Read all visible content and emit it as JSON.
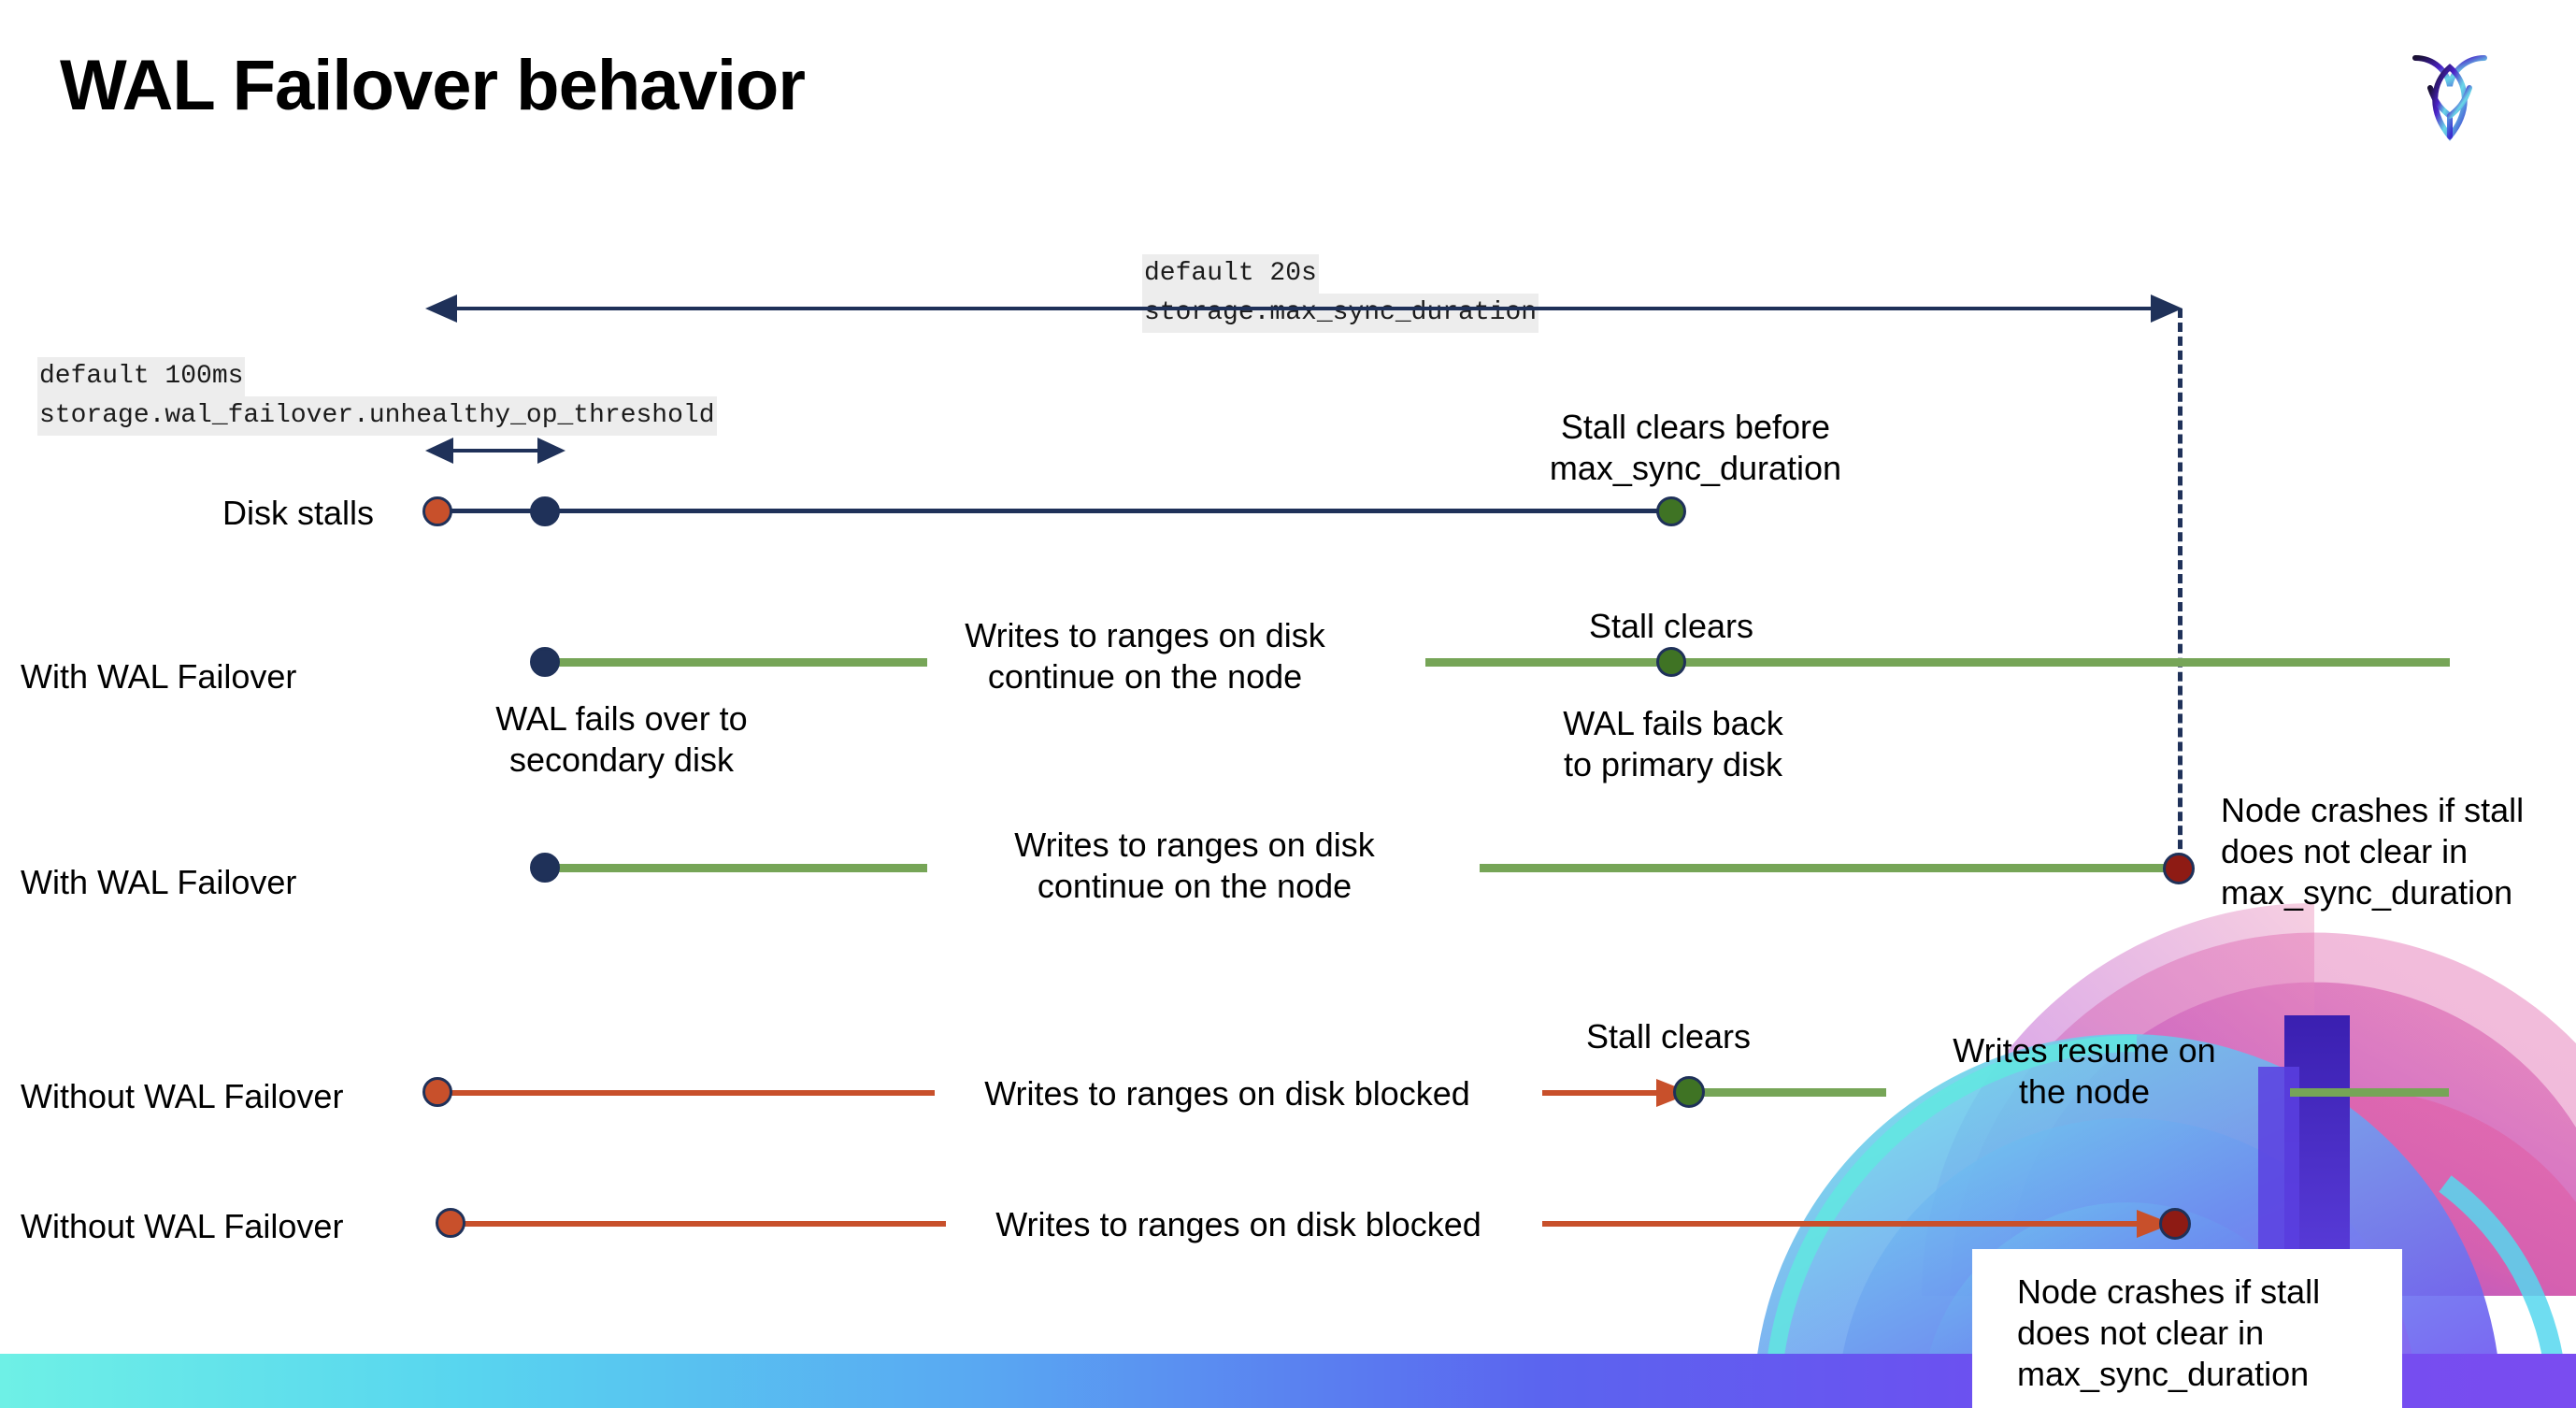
{
  "slide": {
    "title": "WAL Failover behavior",
    "logo_name": "cockroachdb-logo"
  },
  "annotations": {
    "max_sync_default": "default 20s",
    "max_sync_setting": "storage.max_sync_duration",
    "unhealthy_default": "default 100ms",
    "unhealthy_setting": "storage.wal_failover.unhealthy_op_threshold"
  },
  "rows": [
    {
      "label": "Disk stalls"
    },
    {
      "label": "With WAL Failover"
    },
    {
      "label": "With WAL Failover"
    },
    {
      "label": "Without WAL Failover"
    },
    {
      "label": "Without WAL Failover"
    }
  ],
  "callouts": {
    "stall_clears_before": "Stall clears before\nmax_sync_duration",
    "stall_clears_1": "Stall clears",
    "stall_clears_2": "Stall clears",
    "wal_fails_over": "WAL fails over to\nsecondary disk",
    "wal_fails_back": "WAL fails  back\nto primary disk",
    "writes_continue_1": "Writes to ranges on disk\ncontinue on the node",
    "writes_continue_2": "Writes to ranges on disk\ncontinue on the node",
    "writes_blocked_1": "Writes to ranges on disk  blocked",
    "writes_blocked_2": "Writes to ranges on disk  blocked",
    "writes_resume": "Writes resume on\nthe node",
    "node_crashes_1": "Node crashes if stall\ndoes not clear in\nmax_sync_duration",
    "node_crashes_2": "Node crashes if stall\ndoes not clear in\nmax_sync_duration"
  },
  "colors": {
    "navy": "#1f3159",
    "green": "#76a557",
    "green_dot": "#3f7324",
    "orange": "#c8502b",
    "dark_red": "#8e1b14",
    "mono_bg": "#ededed",
    "band_start": "#6ef0e6",
    "band_end": "#7a4cf0"
  }
}
